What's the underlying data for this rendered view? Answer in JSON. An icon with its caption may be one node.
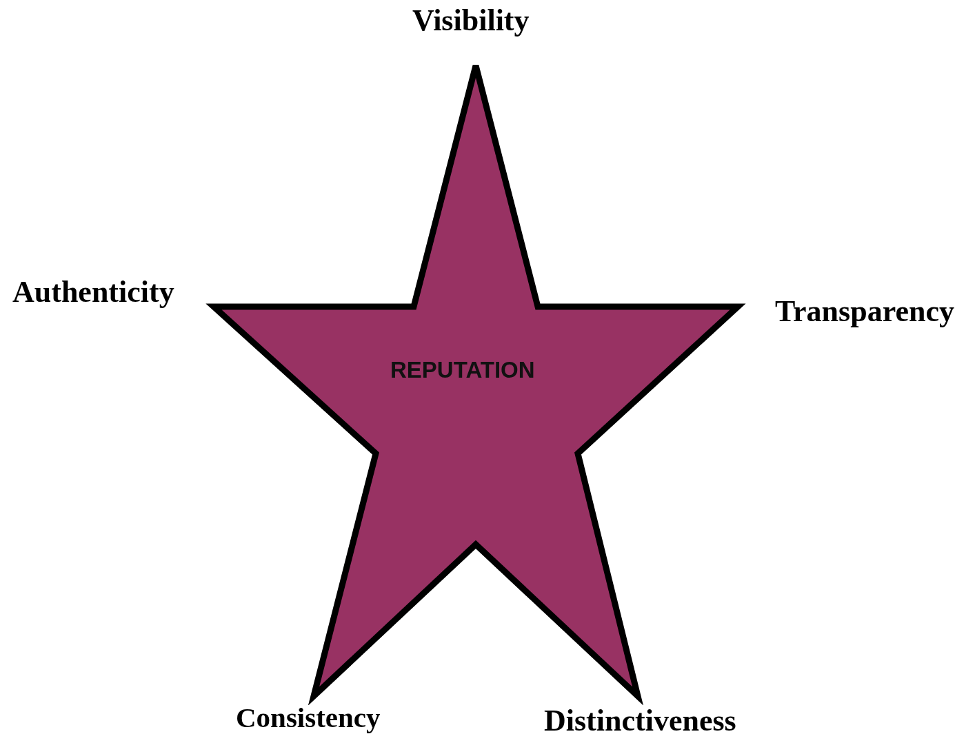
{
  "diagram": {
    "nodes": [
      {
        "text": [
          "REPUTATION"
        ]
      }
    ],
    "labels": [
      "Visibility",
      "Authenticity",
      "Transparency",
      "Consistency",
      "Distinctiveness"
    ]
  }
}
